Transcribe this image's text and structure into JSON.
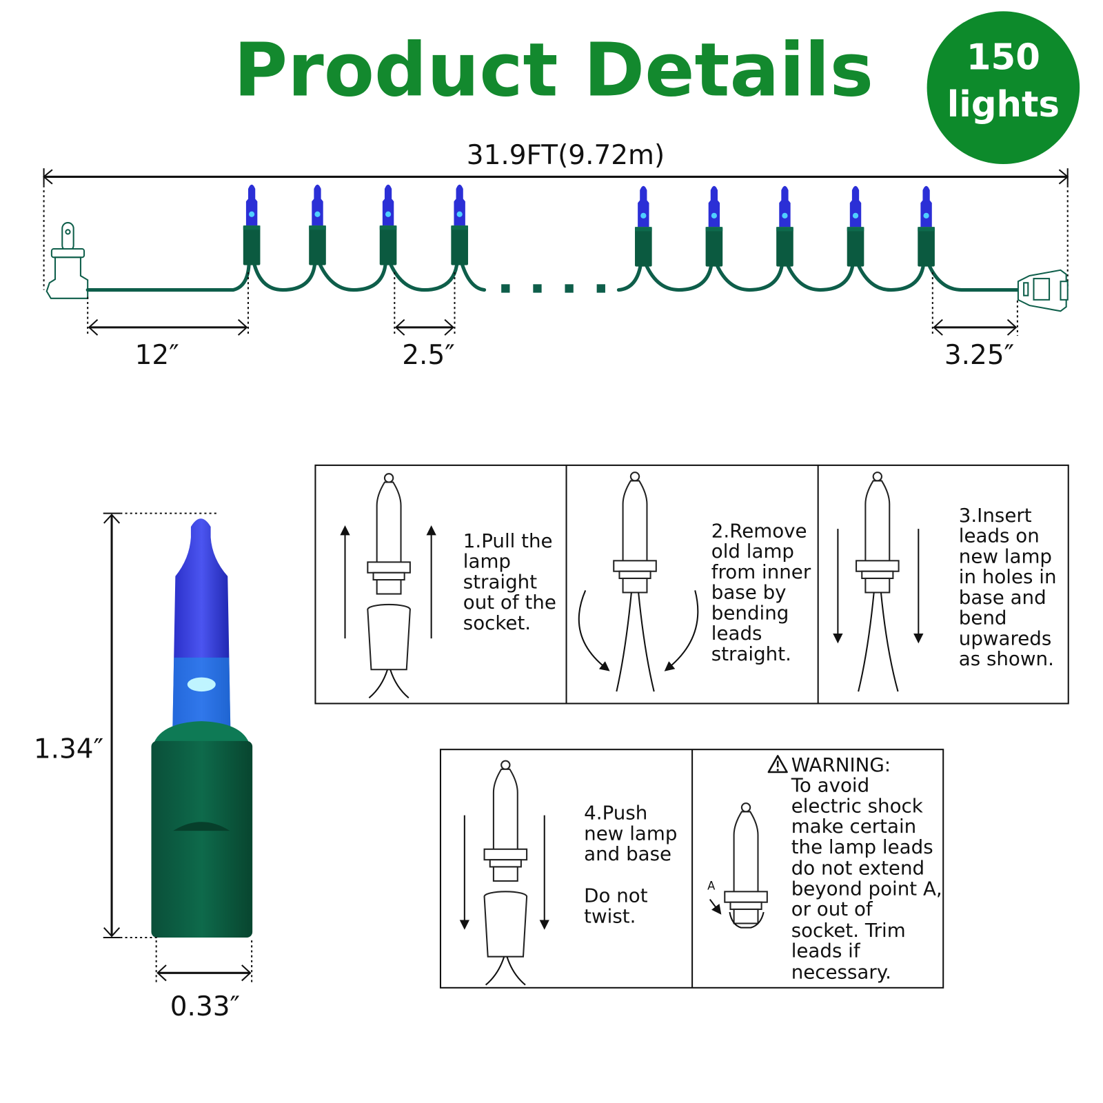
{
  "header": {
    "title": "Product Details",
    "badge_line1": "150",
    "badge_line2": "lights"
  },
  "colors": {
    "title_green": "#13892e",
    "badge_green": "#0d8a2b",
    "wire_green": "#0e5e4a",
    "bulb_blue": "#2b2fd6",
    "base_green": "#0b5a40"
  },
  "dimensions": {
    "total_length": "31.9FT(9.72m)",
    "lead_length": "12″",
    "bulb_spacing": "2.5″",
    "end_length": "3.25″",
    "bulb_height": "1.34″",
    "bulb_width": "0.33″"
  },
  "steps": [
    {
      "lines": [
        "1.Pull the",
        "lamp",
        "straight",
        "out of the",
        "socket."
      ]
    },
    {
      "lines": [
        "2.Remove",
        "old lamp",
        "from inner",
        "base by",
        "bending",
        "leads",
        "straight."
      ]
    },
    {
      "lines": [
        "3.Insert",
        "leads on",
        "new lamp",
        "in holes in",
        "base and",
        "bend",
        "upwareds",
        "as shown."
      ]
    },
    {
      "lines": [
        "4.Push",
        "new lamp",
        "and base",
        "",
        "Do not",
        "twist."
      ]
    }
  ],
  "warning": {
    "title": "WARNING:",
    "point_label": "A",
    "lines": [
      "To avoid",
      "electric shock",
      "make certain",
      "the lamp leads",
      "do not extend",
      "beyond point A,",
      "or out of",
      "socket. Trim",
      "leads if",
      "necessary."
    ]
  }
}
